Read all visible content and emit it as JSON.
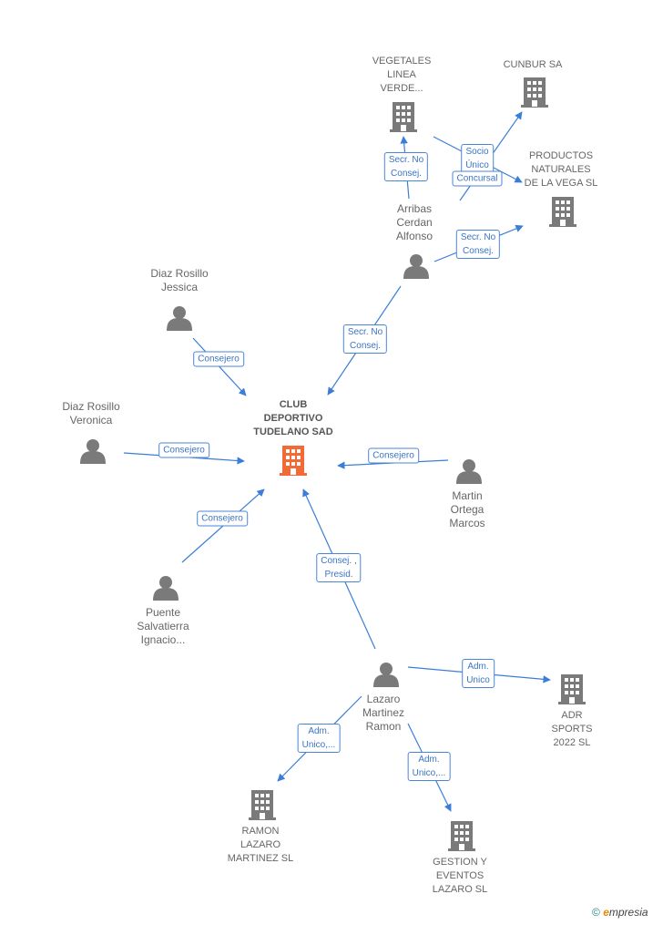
{
  "colors": {
    "edge": "#3b7dd8",
    "node": "#7a7a7a",
    "center": "#f26a36",
    "label": "#666666",
    "edge_label_border": "#4a86d8"
  },
  "nodes": [
    {
      "id": "club",
      "type": "company",
      "center": true,
      "lines": [
        "CLUB",
        "DEPORTIVO",
        "TUDELANO SAD"
      ]
    },
    {
      "id": "vegetales",
      "type": "company",
      "lines": [
        "VEGETALES",
        "LINEA",
        "VERDE..."
      ]
    },
    {
      "id": "cunbur",
      "type": "company",
      "lines": [
        "CUNBUR SA"
      ]
    },
    {
      "id": "productos",
      "type": "company",
      "lines": [
        "PRODUCTOS",
        "NATURALES",
        "DE LA VEGA SL"
      ]
    },
    {
      "id": "arribas",
      "type": "person",
      "lines": [
        "Arribas",
        "Cerdan",
        "Alfonso"
      ]
    },
    {
      "id": "jessica",
      "type": "person",
      "lines": [
        "Diaz Rosillo",
        "Jessica"
      ]
    },
    {
      "id": "veronica",
      "type": "person",
      "lines": [
        "Diaz Rosillo",
        "Veronica"
      ]
    },
    {
      "id": "martin",
      "type": "person",
      "lines": [
        "Martin",
        "Ortega",
        "Marcos"
      ]
    },
    {
      "id": "puente",
      "type": "person",
      "lines": [
        "Puente",
        "Salvatierra",
        "Ignacio..."
      ]
    },
    {
      "id": "lazaro",
      "type": "person",
      "lines": [
        "Lazaro",
        "Martinez",
        "Ramon"
      ]
    },
    {
      "id": "adr",
      "type": "company",
      "lines": [
        "ADR",
        "SPORTS",
        "2022  SL"
      ]
    },
    {
      "id": "ramon_sl",
      "type": "company",
      "lines": [
        "RAMON",
        "LAZARO",
        "MARTINEZ  SL"
      ]
    },
    {
      "id": "gestion",
      "type": "company",
      "lines": [
        "GESTION Y",
        "EVENTOS",
        "LAZARO SL"
      ]
    }
  ],
  "edges": [
    {
      "from": "arribas",
      "to": "vegetales",
      "label": "Secr.  No\nConsej."
    },
    {
      "from": "arribas",
      "to": "cunbur",
      "label": "Socio\nÚnico"
    },
    {
      "from": "arribas",
      "to": "productos",
      "label": "Secr.  No\nConsej."
    },
    {
      "from": "vegetales",
      "to": "productos",
      "label": "Concursal"
    },
    {
      "from": "arribas",
      "to": "club",
      "label": "Secr.  No\nConsej."
    },
    {
      "from": "jessica",
      "to": "club",
      "label": "Consejero"
    },
    {
      "from": "veronica",
      "to": "club",
      "label": "Consejero"
    },
    {
      "from": "martin",
      "to": "club",
      "label": "Consejero"
    },
    {
      "from": "puente",
      "to": "club",
      "label": "Consejero"
    },
    {
      "from": "lazaro",
      "to": "club",
      "label": "Consej. ,\nPresid."
    },
    {
      "from": "lazaro",
      "to": "adr",
      "label": "Adm.\nUnico"
    },
    {
      "from": "lazaro",
      "to": "ramon_sl",
      "label": "Adm.\nUnico,..."
    },
    {
      "from": "lazaro",
      "to": "gestion",
      "label": "Adm.\nUnico,..."
    }
  ],
  "footer": {
    "copyright": "©",
    "brand_initial": "e",
    "brand_rest": "mpresia"
  }
}
